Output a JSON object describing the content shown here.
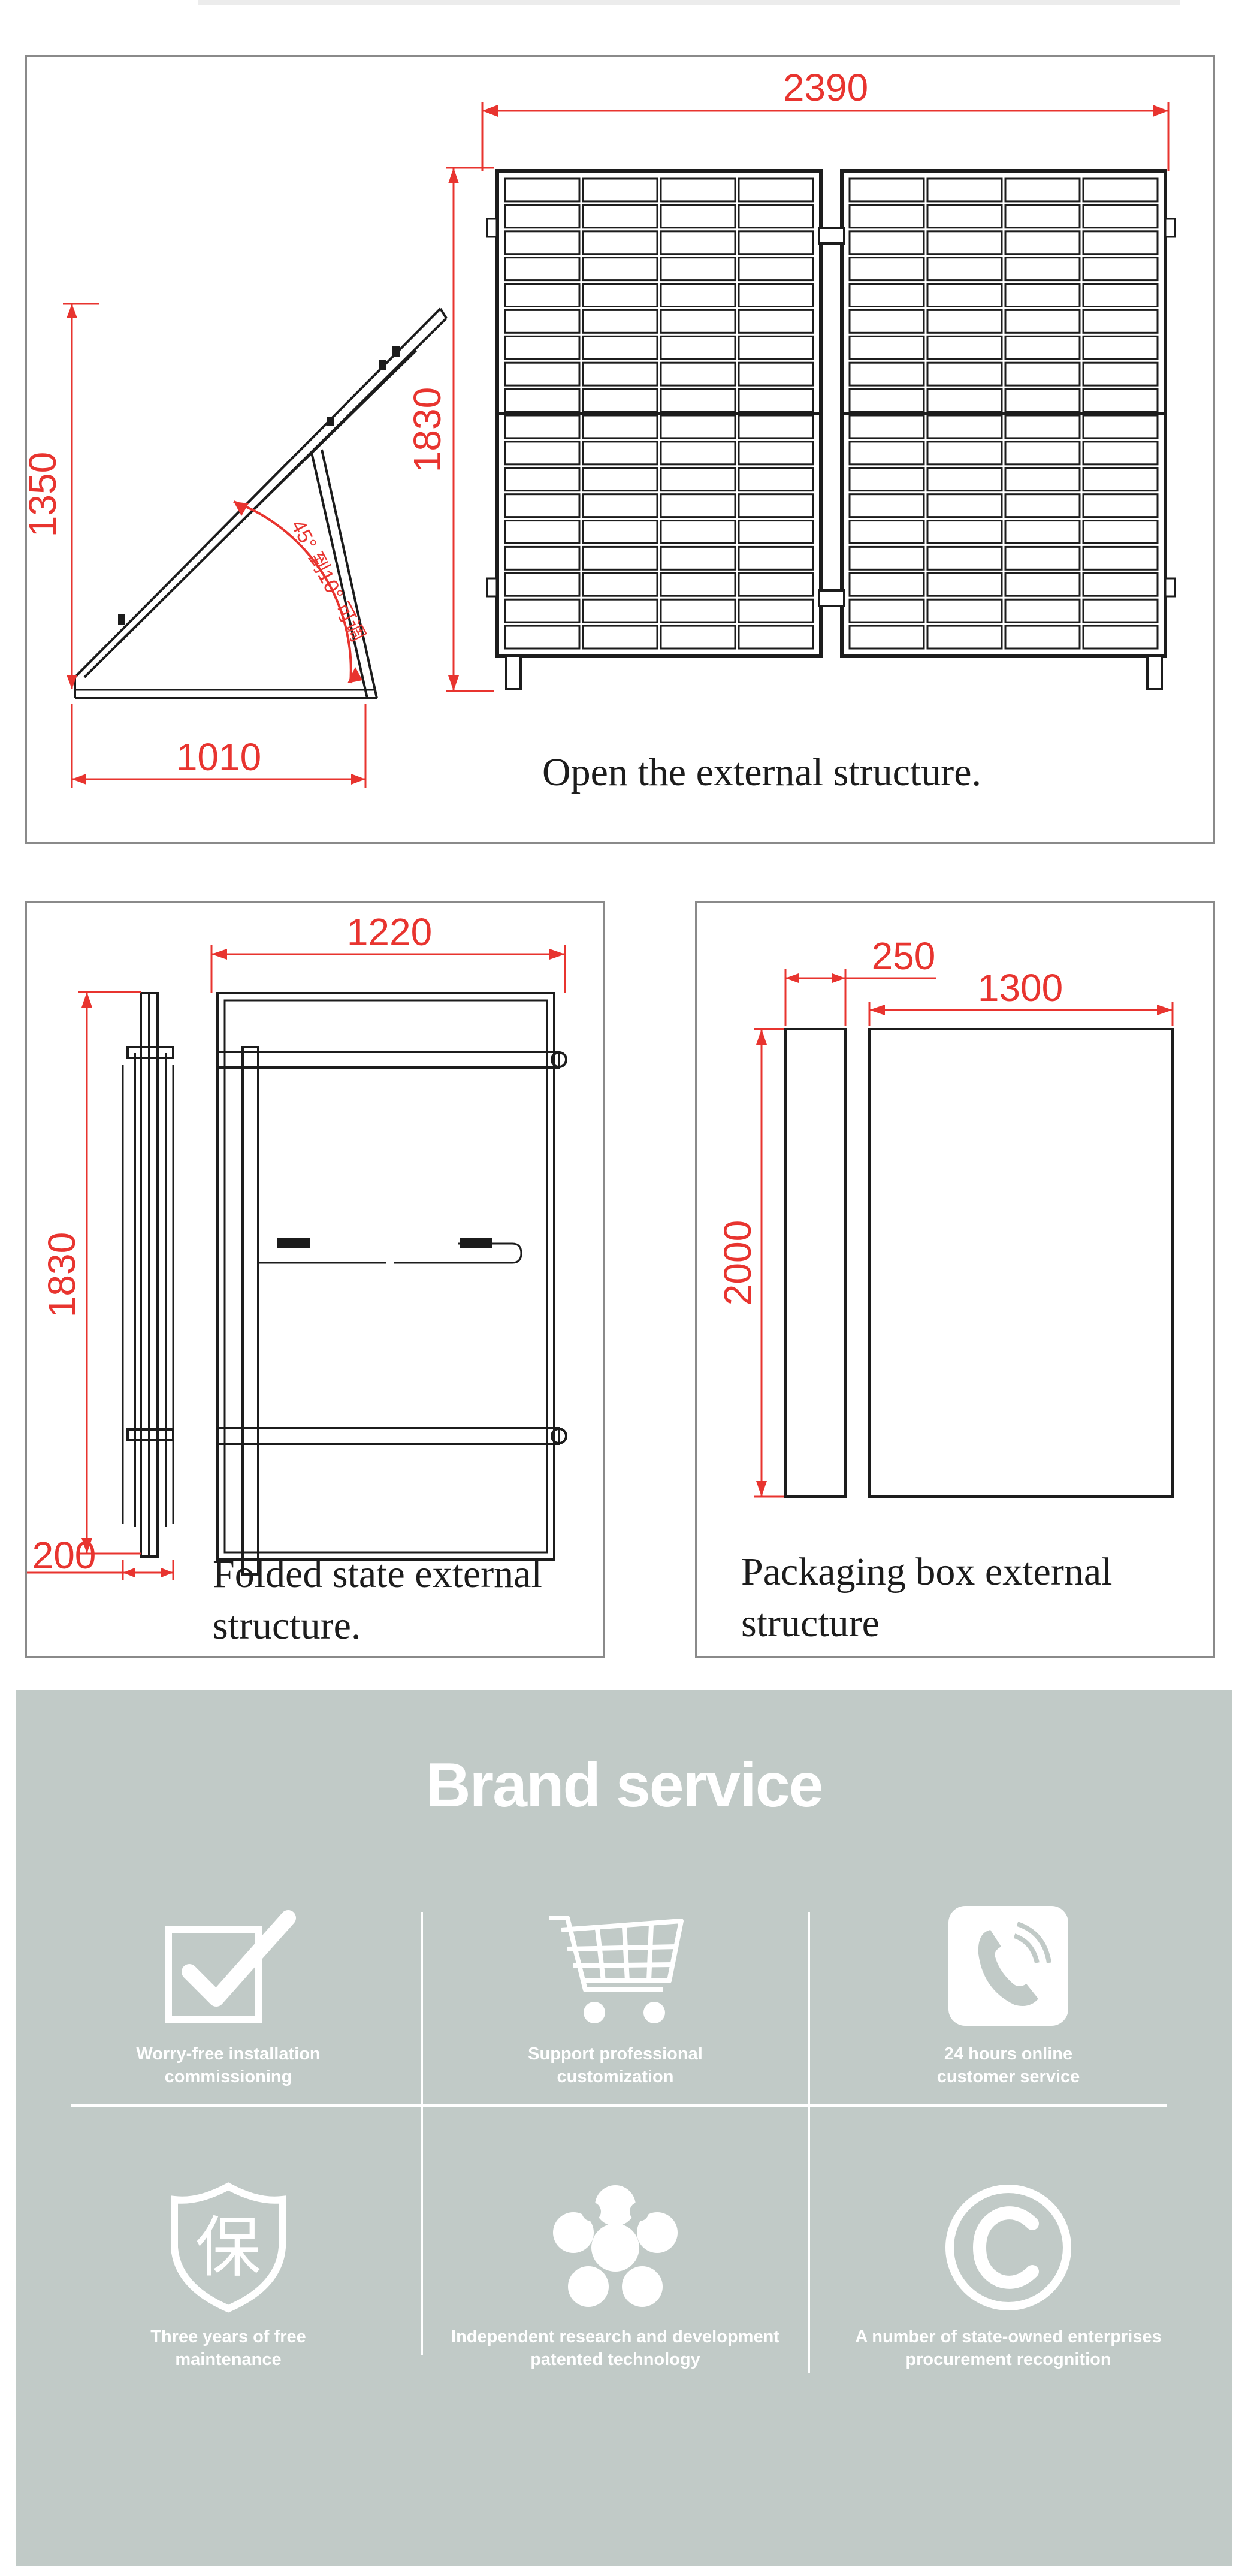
{
  "panels": {
    "open": {
      "caption": "Open the external structure.",
      "dims": {
        "width_total": "2390",
        "height_front": "1830",
        "height_side": "1350",
        "base_side": "1010"
      },
      "angle_note": "45° 到10° 可调"
    },
    "folded": {
      "caption_line1": "Folded state external",
      "caption_line2": "structure.",
      "dims": {
        "width": "1220",
        "height": "1830",
        "depth": "200"
      }
    },
    "packaging": {
      "caption_line1": "Packaging box external",
      "caption_line2": "structure",
      "dims": {
        "depth": "250",
        "width": "1300",
        "height": "2000"
      }
    }
  },
  "brand_service": {
    "title": "Brand service",
    "items": [
      {
        "icon": "checkbox-icon",
        "line1": "Worry-free installation",
        "line2": "commissioning"
      },
      {
        "icon": "shopping-cart-icon",
        "line1": "Support professional",
        "line2": "customization"
      },
      {
        "icon": "phone-icon",
        "line1": "24 hours online",
        "line2": "customer service"
      },
      {
        "icon": "shield-icon",
        "line1": "Three years of free",
        "line2": "maintenance",
        "glyph": "保"
      },
      {
        "icon": "flower-icon",
        "line1": "Independent research and development",
        "line2": "patented technology"
      },
      {
        "icon": "copyright-icon",
        "line1": "A number of state-owned enterprises",
        "line2": "procurement recognition"
      }
    ]
  },
  "colors": {
    "dimension_red": "#e8342f",
    "brand_bg": "#c1cac7",
    "line": "#1c1c1c"
  }
}
